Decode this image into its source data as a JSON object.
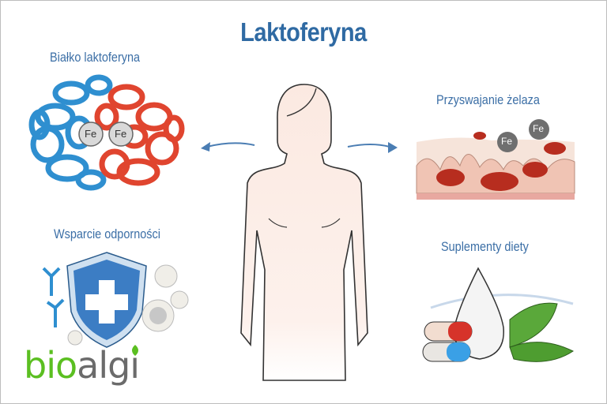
{
  "title": "Laktoferyna",
  "panels": {
    "protein": {
      "label": "Białko laktoferyna",
      "iron_labels": [
        "Fe",
        "Fe"
      ]
    },
    "absorption": {
      "label": "Przyswajanie żelaza",
      "iron_labels": [
        "Fe",
        "Fe"
      ]
    },
    "immunity": {
      "label": "Wsparcie odporności"
    },
    "supplements": {
      "label": "Suplementy diety"
    }
  },
  "logo": {
    "part1": "bio",
    "part2": "algi"
  },
  "colors": {
    "title": "#2f6aa3",
    "label": "#3c6fa6",
    "logo_green": "#5bbf21",
    "logo_gray": "#6b6b6b",
    "protein_blue": "#2f8fd0",
    "protein_red": "#e0452f"
  }
}
